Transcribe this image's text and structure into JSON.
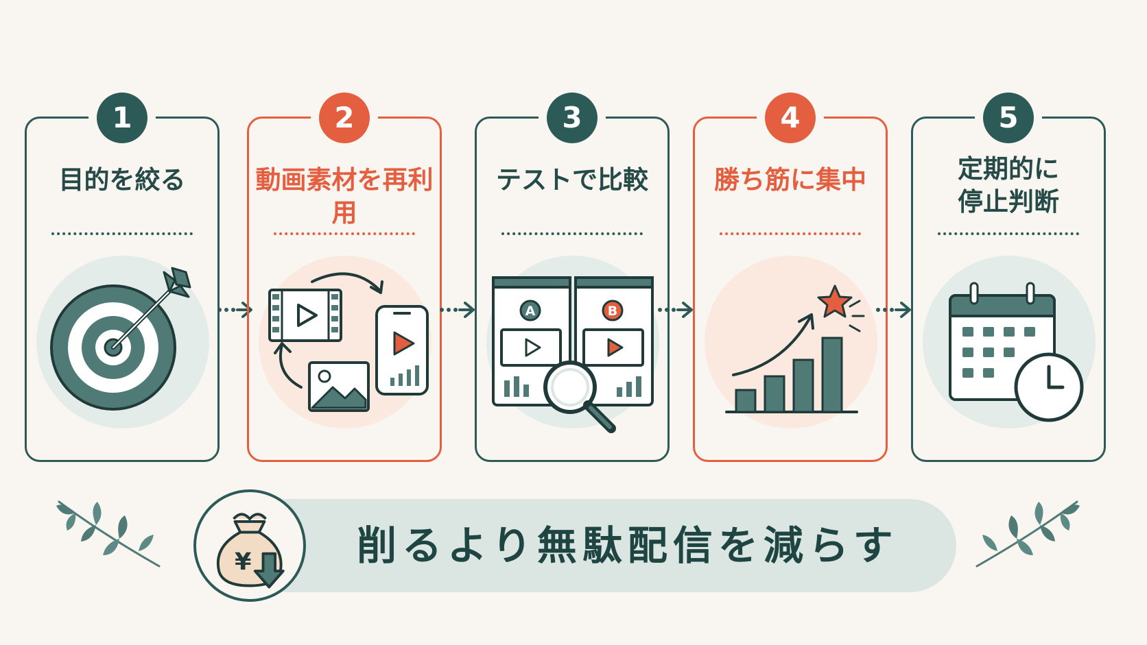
{
  "steps": [
    {
      "number": "1",
      "title": "目的を絞る",
      "accent": "#2c5a57"
    },
    {
      "number": "2",
      "title": "動画素材を再利用",
      "accent": "#e35f3f"
    },
    {
      "number": "3",
      "title": "テストで比較",
      "accent": "#2c5a57"
    },
    {
      "number": "4",
      "title": "勝ち筋に集中",
      "accent": "#e35f3f"
    },
    {
      "number": "5",
      "title_line1": "定期的に",
      "title_line2": "停止判断",
      "accent": "#2c5a57"
    }
  ],
  "ab_labels": {
    "a": "A",
    "b": "B"
  },
  "currency_symbol": "¥",
  "banner": {
    "text": "削るより無駄配信を減らす"
  },
  "colors": {
    "teal": "#2c5a57",
    "orange": "#e35f3f",
    "background": "#f9f6f1"
  }
}
